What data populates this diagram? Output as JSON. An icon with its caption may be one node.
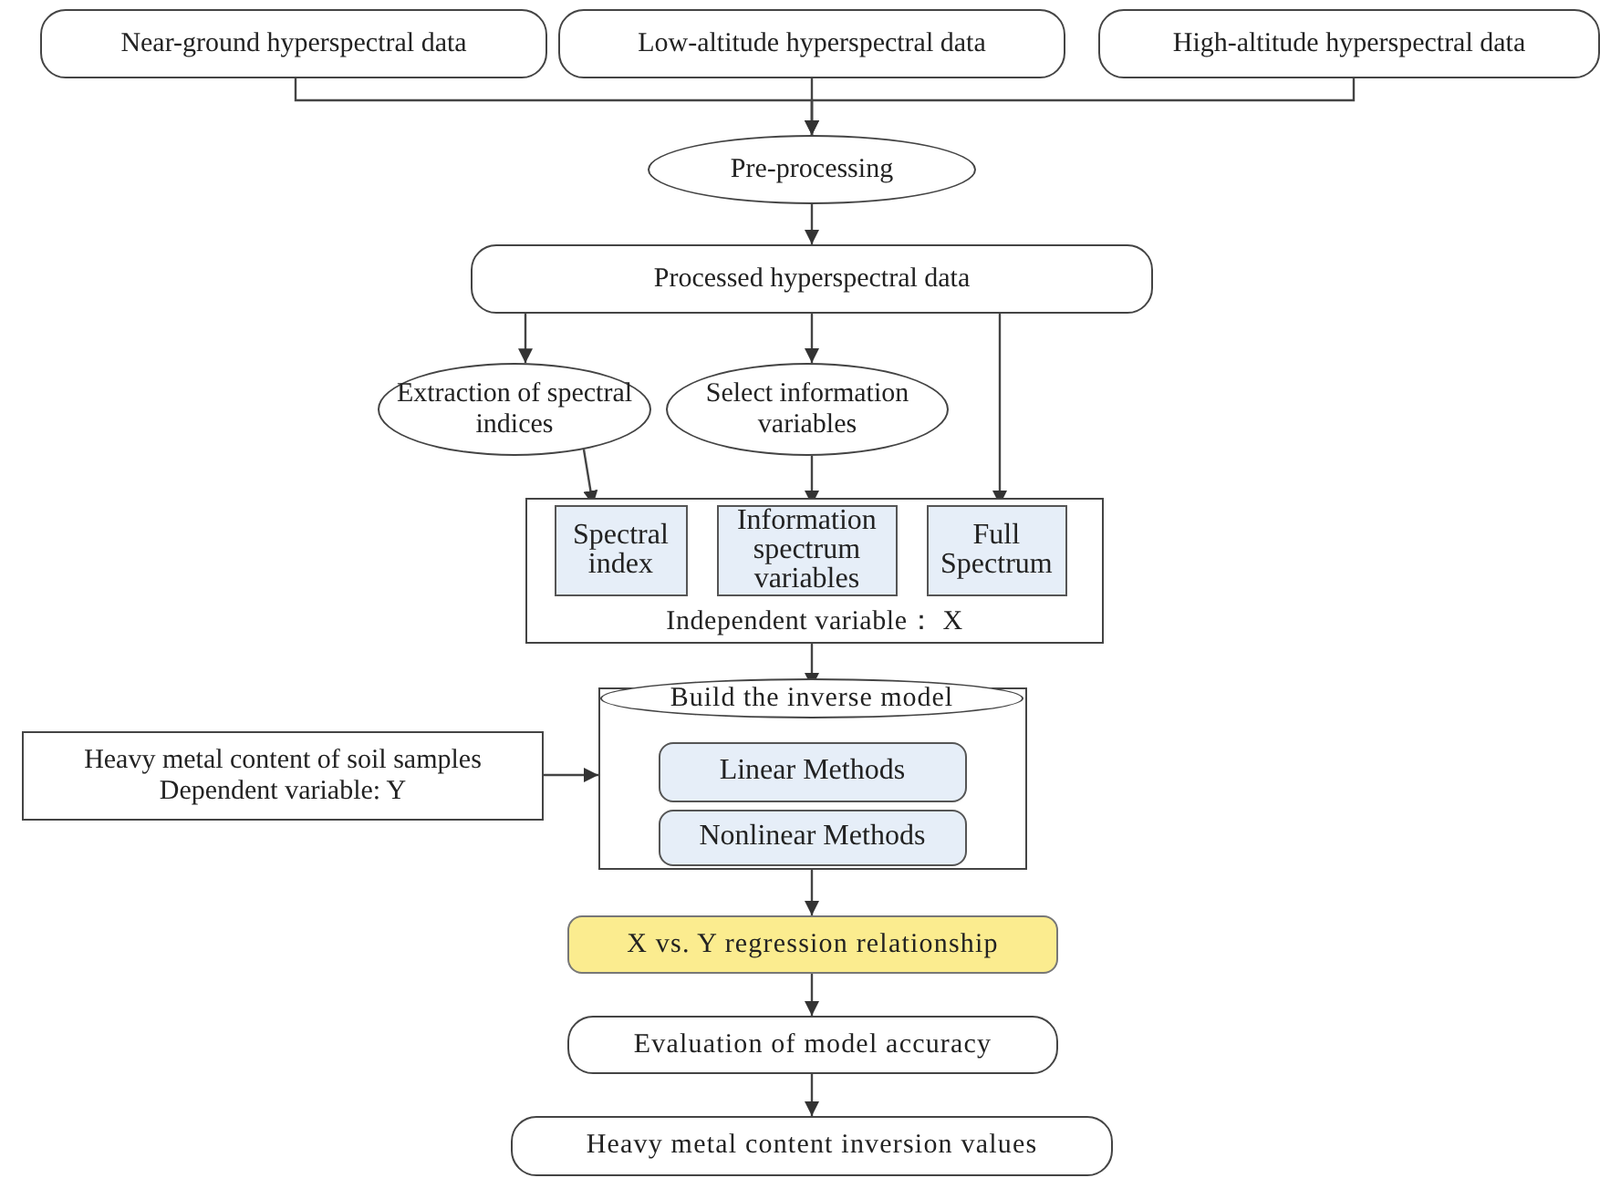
{
  "diagram": {
    "nodes": [
      {
        "text": [
          "Near-ground hyperspectral data"
        ]
      },
      {
        "text": [
          "Low-altitude hyperspectral data"
        ]
      },
      {
        "text": [
          "High-altitude hyperspectral data"
        ]
      },
      {
        "text": [
          "Pre-processing"
        ]
      },
      {
        "text": [
          "Processed hyperspectral data"
        ]
      },
      {
        "text": [
          "Extraction of spectral indices"
        ]
      },
      {
        "text": [
          "Select information variables"
        ]
      },
      {
        "text": [
          "Independent variable： X"
        ]
      },
      {
        "text": [
          "Spectral index"
        ],
        "in": 7
      },
      {
        "text": [
          "Information spectrum variables"
        ],
        "in": 7
      },
      {
        "text": [
          "Full Spectrum"
        ],
        "in": 7
      },
      {
        "text": [
          "Build the inverse model"
        ]
      },
      {
        "text": [
          "Linear Methods"
        ],
        "in": 11
      },
      {
        "text": [
          "Nonlinear Methods"
        ],
        "in": 11
      },
      {
        "text": [
          "Heavy metal content of soil samples",
          "Dependent variable: Y"
        ]
      },
      {
        "text": [
          "X vs. Y regression relationship"
        ]
      },
      {
        "text": [
          "Evaluation of model accuracy"
        ]
      },
      {
        "text": [
          "Heavy metal content inversion values"
        ]
      }
    ],
    "edges": [
      {
        "from": 0,
        "to": 3,
        "arrow": "to"
      },
      {
        "from": 1,
        "to": 3,
        "arrow": "to"
      },
      {
        "from": 2,
        "to": 3,
        "arrow": "to"
      },
      {
        "from": 3,
        "to": 4,
        "arrow": "to"
      },
      {
        "from": 4,
        "to": 5,
        "arrow": "to"
      },
      {
        "from": 4,
        "to": 6,
        "arrow": "to"
      },
      {
        "from": 4,
        "to": 10,
        "arrow": "to"
      },
      {
        "from": 5,
        "to": 8,
        "arrow": "to"
      },
      {
        "from": 6,
        "to": 9,
        "arrow": "to"
      },
      {
        "from": 7,
        "to": 11,
        "arrow": "to"
      },
      {
        "from": 14,
        "to": 11,
        "arrow": "to"
      },
      {
        "from": 11,
        "to": 15,
        "arrow": "to"
      },
      {
        "from": 15,
        "to": 16,
        "arrow": "to"
      },
      {
        "from": 16,
        "to": 17,
        "arrow": "to"
      }
    ]
  }
}
